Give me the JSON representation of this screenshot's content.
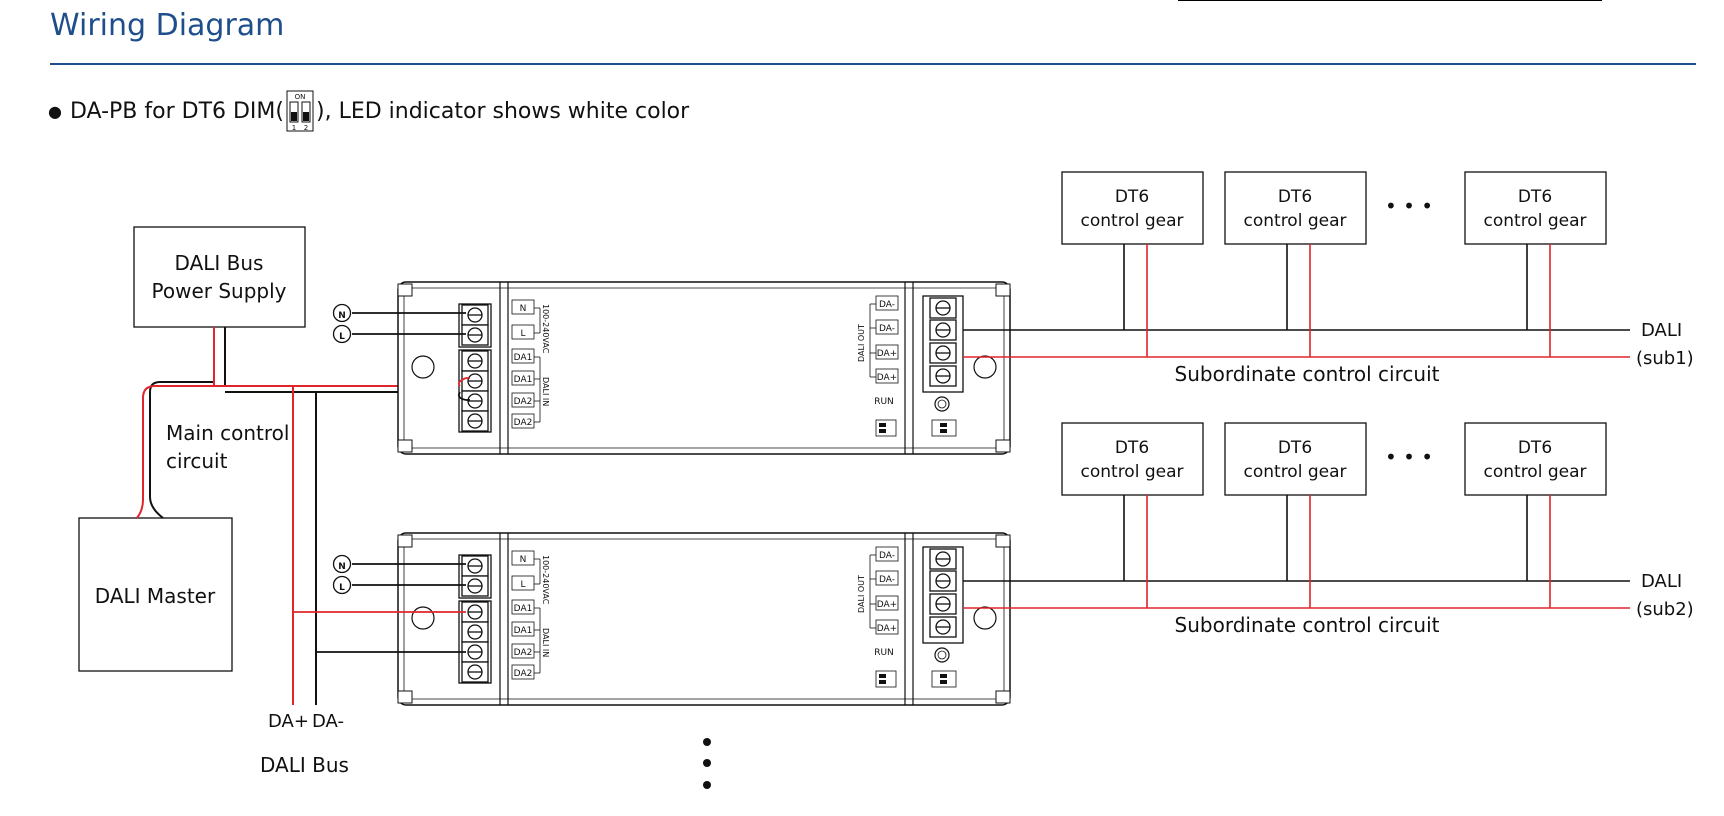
{
  "header": {
    "title": "Wiring Diagram",
    "bullet_prefix": "DA-PB for DT6 DIM(",
    "bullet_suffix": "), LED indicator shows white color",
    "dip_on_label": "ON",
    "dip_pos_1": "1",
    "dip_pos_2": "2"
  },
  "diagram": {
    "power_supply": {
      "line1": "DALI Bus",
      "line2": "Power Supply"
    },
    "master": {
      "label": "DALI Master"
    },
    "main_circuit": {
      "line1": "Main control",
      "line2": "circuit"
    },
    "bus": {
      "da_plus": "DA+",
      "da_minus": "DA-",
      "label": "DALI Bus"
    },
    "mains": {
      "neutral": "N",
      "live": "L"
    },
    "driver": {
      "input_terminals": [
        "N",
        "L",
        "DA1",
        "DA1",
        "DA2",
        "DA2"
      ],
      "voltage_label": "100-240VAC",
      "dali_in_label": "DALI IN",
      "output_terminals": [
        "DA-",
        "DA-",
        "DA+",
        "DA+"
      ],
      "dali_out_label": "DALI OUT",
      "run_label": "RUN"
    },
    "gear": {
      "line1": "DT6",
      "line2": "control gear",
      "ellipsis": "• • •"
    },
    "outputs": [
      {
        "bus_line1": "DALI",
        "bus_line2": "(sub1)",
        "circuit_label": "Subordinate control circuit"
      },
      {
        "bus_line1": "DALI",
        "bus_line2": "(sub2)",
        "circuit_label": "Subordinate control circuit"
      }
    ]
  },
  "colors": {
    "heading": "#1f4e8c",
    "wire_black": "#111111",
    "wire_red": "#e0252b"
  }
}
